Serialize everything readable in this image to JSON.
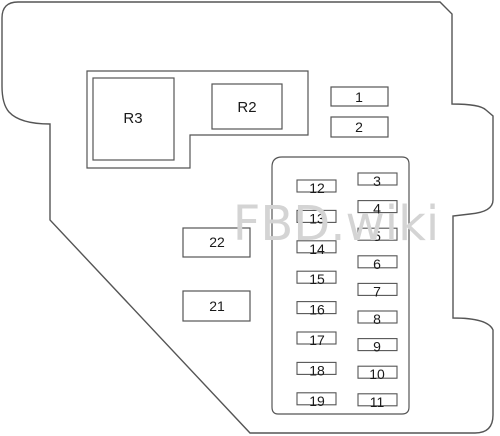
{
  "watermark": "FBD.wiki",
  "relays": [
    {
      "id": "r3",
      "label": "R3"
    },
    {
      "id": "r2",
      "label": "R2"
    }
  ],
  "top_fuses": [
    {
      "id": "f1",
      "label": "1"
    },
    {
      "id": "f2",
      "label": "2"
    }
  ],
  "side_fuses": [
    {
      "id": "f22",
      "label": "22"
    },
    {
      "id": "f21",
      "label": "21"
    }
  ],
  "block_left": [
    "12",
    "13",
    "14",
    "15",
    "16",
    "17",
    "18",
    "19"
  ],
  "block_right": [
    "3",
    "4",
    "5",
    "6",
    "7",
    "8",
    "9",
    "10",
    "11"
  ],
  "colors": {
    "stroke": "#555555",
    "fill": "#ffffff",
    "watermark": "#d4d4d4"
  }
}
